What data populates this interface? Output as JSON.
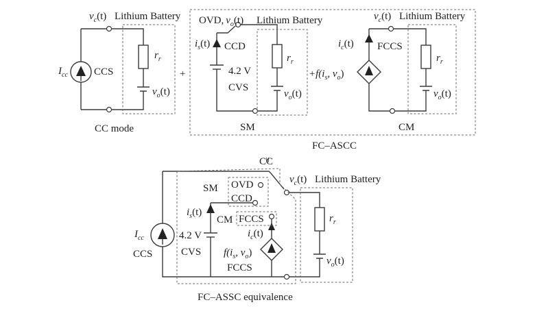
{
  "labels": {
    "vc": "v",
    "vc_sub": "c",
    "t": "(t)",
    "lithium_battery": "Lithium Battery",
    "icc": "I",
    "icc_sub": "cc",
    "ccs": "CCS",
    "rr": "r",
    "rr_sub": "r",
    "vo": "v",
    "vo_sub": "o",
    "cc_mode": "CC mode",
    "plus": "+",
    "ovd": "OVD",
    "comma": ",",
    "is": "i",
    "is_sub": "s",
    "ccd": "CCD",
    "cvs_voltage": "4.2 V",
    "cvs": "CVS",
    "sm": "SM",
    "f_func": "+f(i",
    "f_func_mid": ", v",
    "f_close": ")",
    "ic": "i",
    "ic_sub": "c",
    "fccs": "FCCS",
    "cm": "CM",
    "fc_ascc": "FC–ASCC",
    "equals": "=",
    "cc": "CC",
    "f_func2": "f(i",
    "fc_assc_equiv": "FC–ASSC equivalence"
  }
}
